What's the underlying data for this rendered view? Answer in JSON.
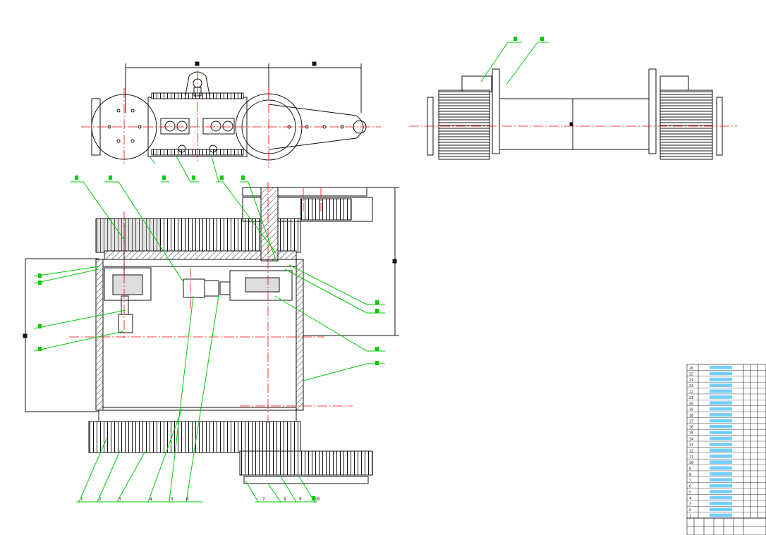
{
  "drawing": {
    "colors": {
      "background": "#ffffff",
      "outline": "#111111",
      "centerline": "#ff0000",
      "leader": "#00cc00",
      "hatch": "#333333",
      "table_text": "#00aaff"
    },
    "callouts_bottom": [
      "1",
      "2",
      "3",
      "4",
      "5",
      "6",
      "7",
      "8",
      "9",
      "10"
    ],
    "parts_table": {
      "item_numbers": [
        "26",
        "25",
        "24",
        "23",
        "22",
        "21",
        "20",
        "19",
        "18",
        "17",
        "16",
        "15",
        "14",
        "13",
        "12",
        "11",
        "10",
        "9",
        "8",
        "7",
        "6",
        "5",
        "4",
        "3",
        "2",
        "1"
      ]
    }
  }
}
